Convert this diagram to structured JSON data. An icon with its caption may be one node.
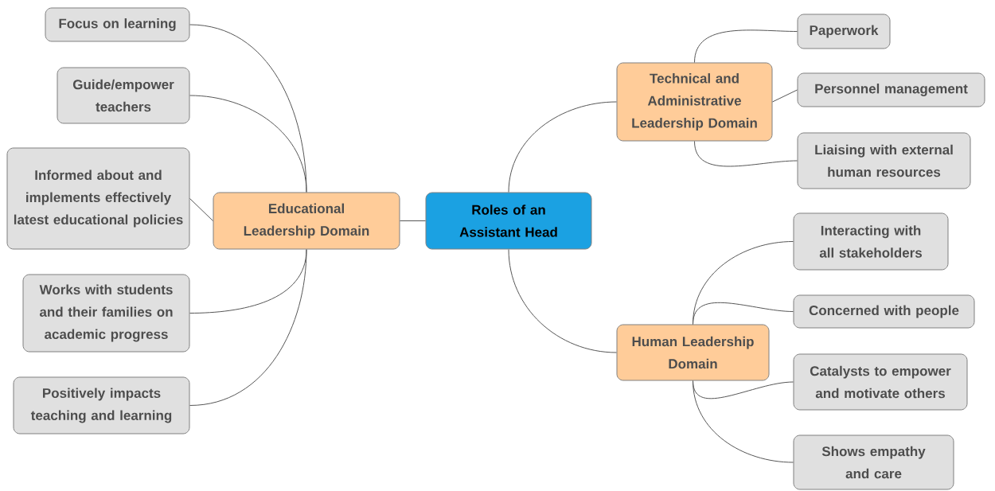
{
  "diagram": {
    "nodes": [
      {
        "text": [
          "Roles of an Assistant Head"
        ]
      },
      {
        "text": [
          "Educational Leadership Domain"
        ]
      },
      {
        "text": [
          "Focus on learning"
        ]
      },
      {
        "text": [
          "Guide/empower teachers"
        ]
      },
      {
        "text": [
          "Informed about and implements effectively latest educational policies"
        ]
      },
      {
        "text": [
          "Works with students and their families on academic progress"
        ]
      },
      {
        "text": [
          "Positively impacts teaching and learning"
        ]
      },
      {
        "text": [
          "Technical and Administrative Leadership Domain"
        ]
      },
      {
        "text": [
          "Paperwork"
        ]
      },
      {
        "text": [
          "Personnel management"
        ]
      },
      {
        "text": [
          "Liaising with external human resources"
        ]
      },
      {
        "text": [
          "Human Leadership Domain"
        ]
      },
      {
        "text": [
          "Interacting with all stakeholders"
        ]
      },
      {
        "text": [
          "Concerned with people"
        ]
      },
      {
        "text": [
          "Catalysts to empower and motivate others"
        ]
      },
      {
        "text": [
          "Shows empathy and care"
        ]
      }
    ],
    "edges": [
      {
        "from": 0,
        "to": 1,
        "arrow": "none"
      },
      {
        "from": 1,
        "to": 2,
        "arrow": "none"
      },
      {
        "from": 1,
        "to": 3,
        "arrow": "none"
      },
      {
        "from": 1,
        "to": 4,
        "arrow": "none"
      },
      {
        "from": 1,
        "to": 5,
        "arrow": "none"
      },
      {
        "from": 1,
        "to": 6,
        "arrow": "none"
      },
      {
        "from": 0,
        "to": 7,
        "arrow": "none"
      },
      {
        "from": 7,
        "to": 8,
        "arrow": "none"
      },
      {
        "from": 7,
        "to": 9,
        "arrow": "none"
      },
      {
        "from": 7,
        "to": 10,
        "arrow": "none"
      },
      {
        "from": 0,
        "to": 11,
        "arrow": "none"
      },
      {
        "from": 11,
        "to": 12,
        "arrow": "none"
      },
      {
        "from": 11,
        "to": 13,
        "arrow": "none"
      },
      {
        "from": 11,
        "to": 14,
        "arrow": "none"
      },
      {
        "from": 11,
        "to": 15,
        "arrow": "none"
      }
    ]
  }
}
